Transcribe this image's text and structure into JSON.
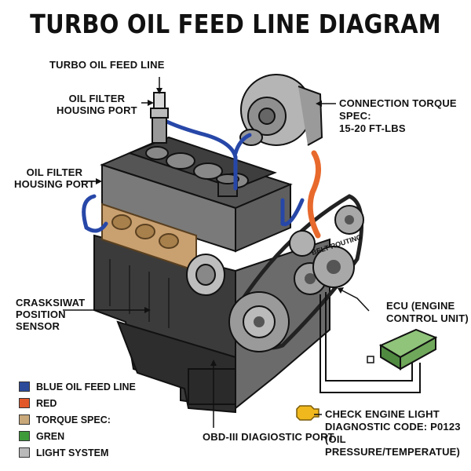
{
  "title": "TURBO OIL FEED LINE DIAGRAM",
  "labels": {
    "turbo_feed_line": "TURBO OIL FEED LINE",
    "oil_filter_housing_1": "OIL FILTER\nHOUSING PORT",
    "oil_filter_housing_2": "OIL FILTER\nHOUSING PORT",
    "connection_torque": "CONNECTION TORQUE SPEC:\n15-20 FT-LBS",
    "crank_sensor": "CRASKSIWAT\nPOSITION\nSENSOR",
    "ecu": "ECU (ENGINE\nCONTROL UNIT)",
    "obd_port": "OBD-III DIAGIOSTIC PORT",
    "check_engine": "CHECK ENGINE LIGHT\nDIAGNOSTIC CODE: P0123\n(OIL PRESSURE/TEMPERATUE)",
    "belt_routing": "BELT ROUTING"
  },
  "legend": [
    {
      "label": "BLUE OIL FEED LINE",
      "color": "#2b4a9a"
    },
    {
      "label": "RED",
      "color": "#e2582a"
    },
    {
      "label": "TORQUE SPEC:",
      "color": "#c9a87a"
    },
    {
      "label": "GREN",
      "color": "#3f9a3a"
    },
    {
      "label": "LIGHT SYSTEM",
      "color": "#b9b9b9"
    }
  ],
  "colors": {
    "oil_line": "#2747a8",
    "coolant_line": "#e8692c",
    "manifold": "#c9a070",
    "ecu": "#6fa85a",
    "engine_dark": "#3a3a3a",
    "engine_light": "#9a9a9a"
  }
}
